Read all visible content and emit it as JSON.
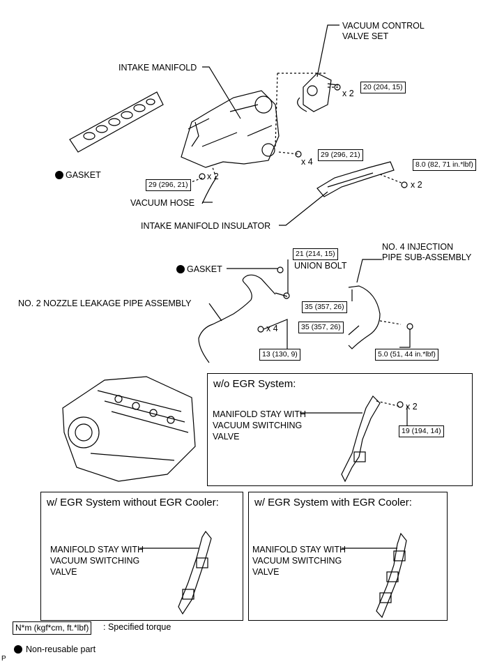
{
  "labels": {
    "vacuum_control_valve_set": "VACUUM CONTROL\nVALVE SET",
    "intake_manifold": "INTAKE MANIFOLD",
    "gasket_top": "GASKET",
    "vacuum_hose": "VACUUM HOSE",
    "intake_manifold_insulator": "INTAKE MANIFOLD INSULATOR",
    "gasket_mid": "GASKET",
    "union_bolt": "UNION BOLT",
    "no4_injection_pipe": "NO. 4 INJECTION\nPIPE SUB-ASSEMBLY",
    "no2_nozzle_leakage_pipe": "NO. 2 NOZZLE LEAKAGE PIPE ASSEMBLY",
    "manifold_stay_1": "MANIFOLD STAY WITH\nVACUUM SWITCHING\nVALVE",
    "manifold_stay_2": "MANIFOLD STAY WITH\nVACUUM SWITCHING\nVALVE",
    "manifold_stay_3": "MANIFOLD STAY WITH\nVACUUM SWITCHING\nVALVE"
  },
  "torques": {
    "t_vcv": "20 (204, 15)",
    "t_im_right": "29 (296, 21)",
    "t_im_left": "29 (296, 21)",
    "t_insulator": "8.0 (82, 71 in.*lbf)",
    "t_union": "21 (214, 15)",
    "t_inj_top": "35 (357, 26)",
    "t_inj_bottom": "35 (357, 26)",
    "t_nozzle": "13 (130, 9)",
    "t_inj_clamp": "5.0 (51, 44 in.*lbf)",
    "t_stay": "19 (194, 14)"
  },
  "quantities": {
    "q_vcv": "x 2",
    "q_im_right": "x 4",
    "q_im_left": "x 2",
    "q_insulator": "x 2",
    "q_nozzle": "x 4",
    "q_stay": "x 2"
  },
  "frames": {
    "wo_egr": "w/o EGR System:",
    "w_egr_no_cooler": "w/ EGR System without EGR Cooler:",
    "w_egr_cooler": "w/ EGR System with EGR Cooler:"
  },
  "legend": {
    "torque_unit": "N*m (kgf*cm, ft.*lbf)",
    "torque_desc": ": Specified torque",
    "non_reusable": "Non-reusable part"
  },
  "corner_mark": "P"
}
